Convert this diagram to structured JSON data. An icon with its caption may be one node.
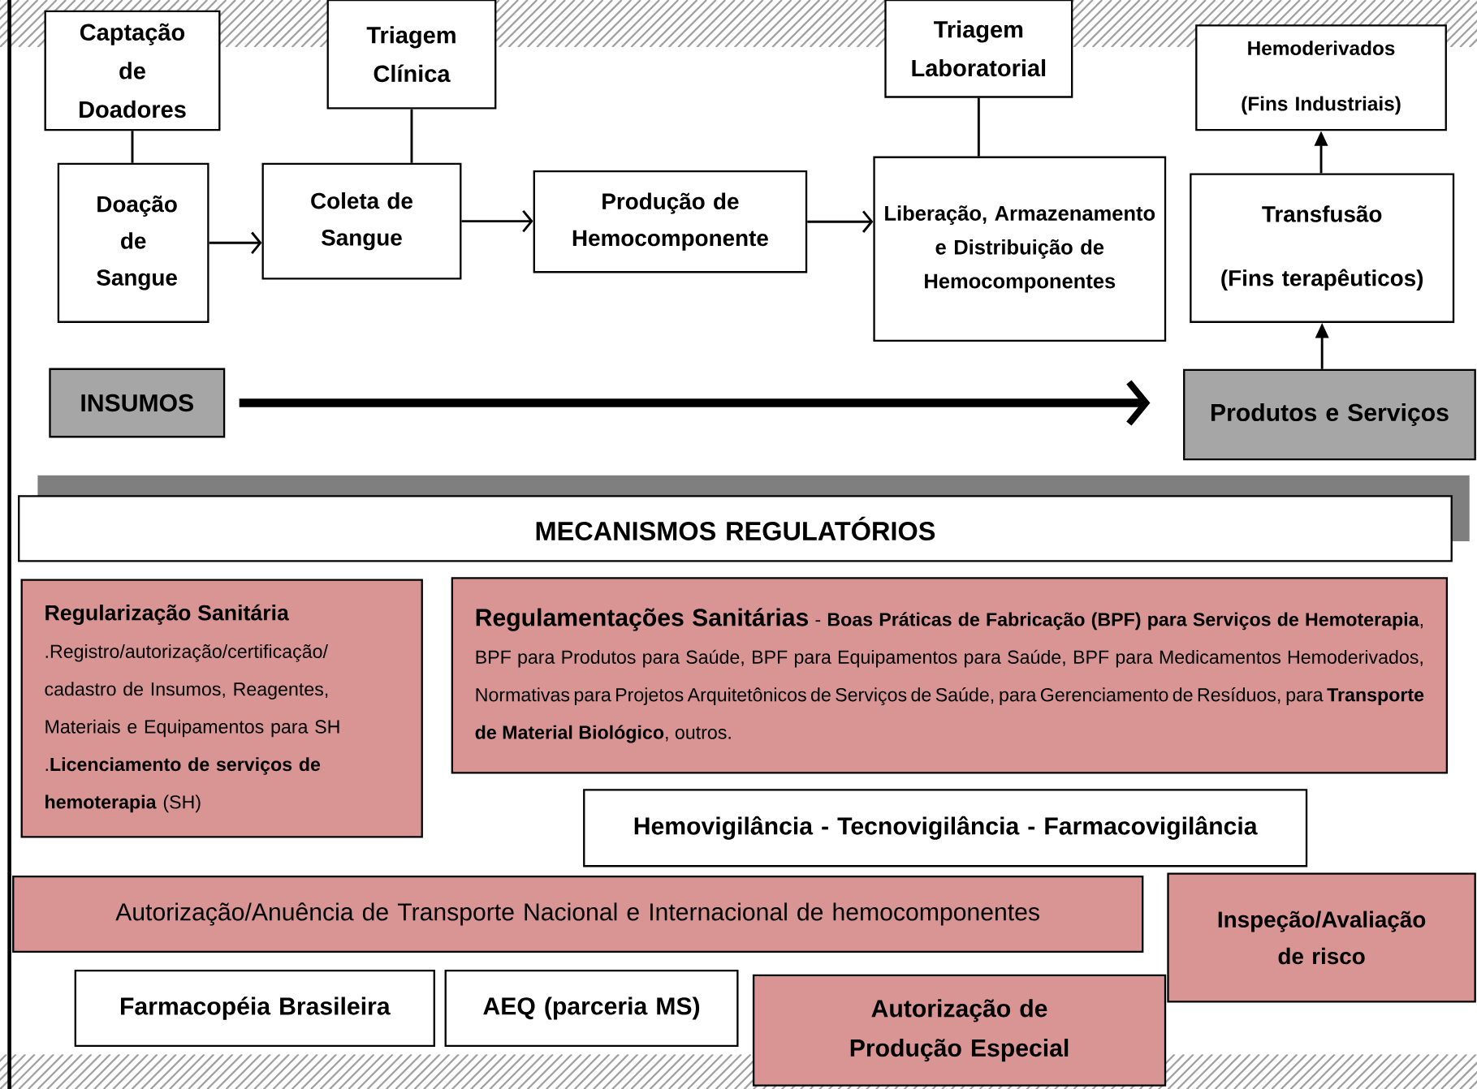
{
  "diagram": {
    "nodes": [
      {
        "text": [
          "Captação de Doadores"
        ]
      },
      {
        "text": [
          "Triagem Clínica"
        ]
      },
      {
        "text": [
          "Triagem Laboratorial"
        ]
      },
      {
        "text": [
          "Hemoderivados",
          "(Fins Industriais)"
        ]
      },
      {
        "text": [
          "Doação de Sangue"
        ]
      },
      {
        "text": [
          "Coleta de Sangue"
        ]
      },
      {
        "text": [
          "Produção de Hemocomponente"
        ]
      },
      {
        "text": [
          "Liberação, Armazenamento e Distribuição de Hemocomponentes"
        ]
      },
      {
        "text": [
          "Transfusão",
          "(Fins terapêuticos)"
        ]
      },
      {
        "text": [
          "INSUMOS"
        ]
      },
      {
        "text": [
          "Produtos e Serviços"
        ]
      },
      {
        "text": [
          "MECANISMOS REGULATÓRIOS"
        ]
      },
      {
        "text": [
          "Regularização Sanitária",
          ".Registro/autorização/certificação/ cadastro de Insumos, Reagentes, Materiais e Equipamentos para SH",
          ".**Licenciamento de serviços de hemoterapia** (SH)"
        ]
      },
      {
        "text": [
          "Regulamentações Sanitárias",
          "- **Boas Práticas de Fabricação (BPF) para Serviços de Hemoterapia**, BPF para Produtos para Saúde, BPF para Equipamentos para Saúde, BPF para Medicamentos Hemoderivados, Normativas para Projetos Arquitetônicos de Serviços de Saúde, para Gerenciamento de Resíduos, para **Transporte de Material Biológico**, outros."
        ]
      },
      {
        "text": [
          "Hemovigilância - Tecnovigilância - Farmacovigilância"
        ]
      },
      {
        "text": [
          "Autorização/Anuência de Transporte Nacional e Internacional de hemocomponentes"
        ]
      },
      {
        "text": [
          "Inspeção/Avaliação de risco"
        ]
      },
      {
        "text": [
          "Farmacopéia Brasileira"
        ]
      },
      {
        "text": [
          "AEQ (parceria MS)"
        ]
      },
      {
        "text": [
          "Autorização de Produção Especial"
        ]
      }
    ],
    "edges": [
      {
        "from": 0,
        "to": 4,
        "arrow": "none"
      },
      {
        "from": 1,
        "to": 5,
        "arrow": "none"
      },
      {
        "from": 2,
        "to": 7,
        "arrow": "none"
      },
      {
        "from": 4,
        "to": 5,
        "arrow": "to"
      },
      {
        "from": 5,
        "to": 6,
        "arrow": "to"
      },
      {
        "from": 6,
        "to": 7,
        "arrow": "to"
      },
      {
        "from": 8,
        "to": 3,
        "arrow": "to"
      },
      {
        "from": 10,
        "to": 8,
        "arrow": "to"
      },
      {
        "from": 9,
        "to": 10,
        "arrow": "to",
        "style": "thick"
      }
    ]
  }
}
